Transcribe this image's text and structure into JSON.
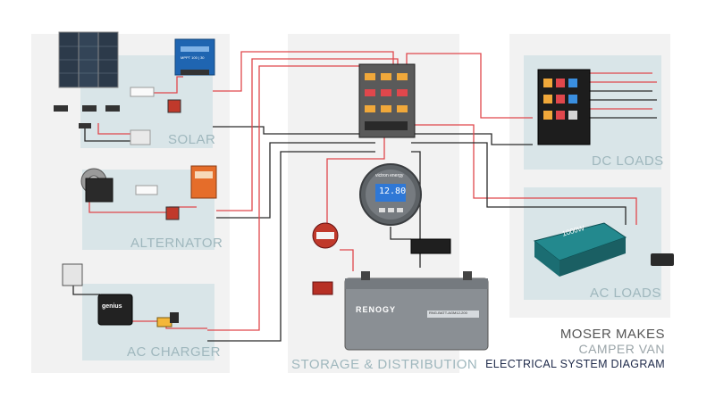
{
  "sections": {
    "solar": "SOLAR",
    "alternator": "ALTERNATOR",
    "ac_charger": "AC CHARGER",
    "storage": "STORAGE & DISTRIBUTION",
    "dc_loads": "DC LOADS",
    "ac_loads": "AC LOADS"
  },
  "title": {
    "line1": "MOSER MAKES",
    "line2": "CAMPER VAN",
    "line3": "ELECTRICAL SYSTEM DIAGRAM"
  },
  "devices": {
    "battery_brand": "RENOGY",
    "battery_model": "RNG-BATT-AGM12-200",
    "battery_monitor_reading": "12.80",
    "battery_monitor_brand": "victron energy",
    "charge_controller_label": "MPPT 100 | 30",
    "ac_charger_brand": "genius",
    "inverter_label": "1000W"
  },
  "colors": {
    "positive_wire": "#e0474c",
    "negative_wire": "#2a2a2a",
    "section_bg": "#d9e5e8",
    "zone_bg": "#f1f1f1",
    "label": "#9fb7bd"
  }
}
